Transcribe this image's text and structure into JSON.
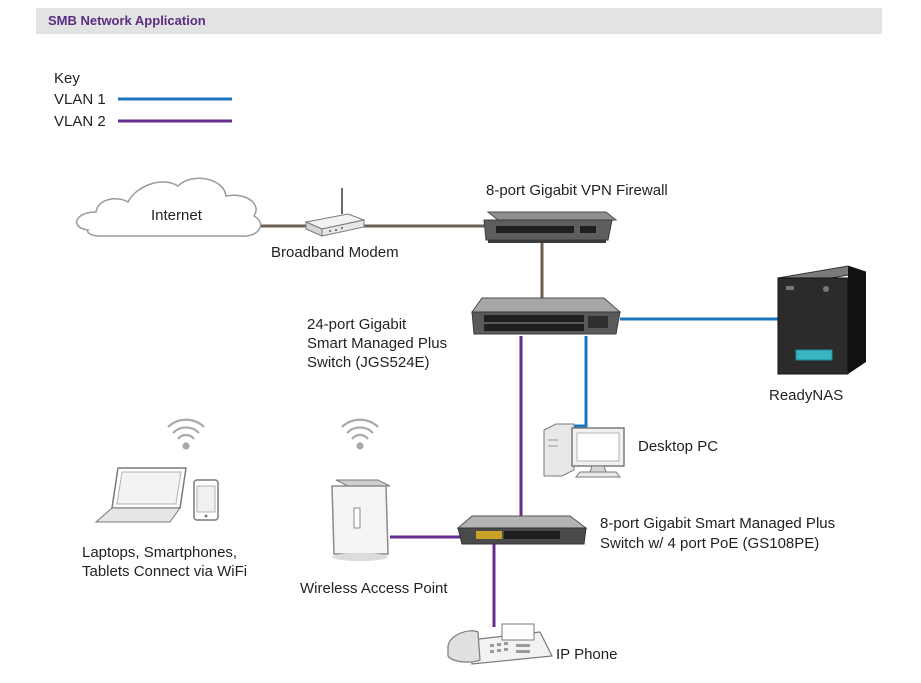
{
  "header": {
    "title": "SMB Network Application"
  },
  "key": {
    "title": "Key",
    "items": [
      {
        "label": "VLAN 1",
        "color": "#1b75bc"
      },
      {
        "label": "VLAN 2",
        "color": "#662d91"
      }
    ]
  },
  "labels": {
    "internet": "Internet",
    "modem": "Broadband Modem",
    "firewall": "8-port Gigabit VPN Firewall",
    "switch24": [
      "24-port Gigabit",
      "Smart Managed Plus",
      "Switch (JGS524E)"
    ],
    "readynas": "ReadyNAS",
    "desktop": "Desktop PC",
    "switch8": [
      "8-port Gigabit Smart Managed Plus",
      "Switch w/ 4 port PoE (GS108PE)"
    ],
    "clients": [
      "Laptops, Smartphones,",
      "Tablets Connect via WiFi"
    ],
    "wap": "Wireless Access Point",
    "phone": "IP Phone"
  },
  "colors": {
    "uplink": "#6d5e50",
    "vlan1": "#1b75bc",
    "vlan2": "#662d91"
  }
}
